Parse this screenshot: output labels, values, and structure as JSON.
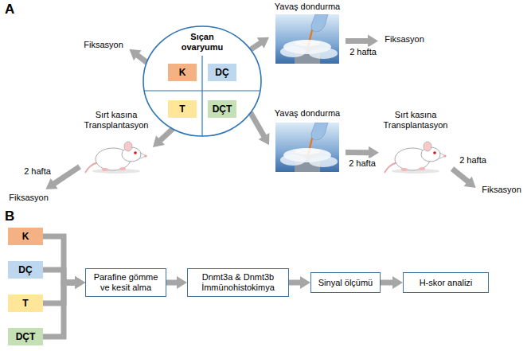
{
  "diagram": {
    "nodes": [
      {
        "text": [
          "Sıçan ovaryumu"
        ]
      },
      {
        "text": [
          "K"
        ],
        "in": 0
      },
      {
        "text": [
          "DÇ"
        ],
        "in": 0
      },
      {
        "text": [
          "T"
        ],
        "in": 0
      },
      {
        "text": [
          "DÇT"
        ],
        "in": 0
      },
      {
        "text": [
          "Fiksasyon"
        ]
      },
      {
        "text": [
          "Yavaş dondurma"
        ]
      },
      {
        "text": [
          "Fiksasyon"
        ]
      },
      {
        "text": [
          "Sırt kasına Transplantasyon"
        ]
      },
      {
        "text": [
          "Fiksasyon"
        ]
      },
      {
        "text": [
          "Yavaş dondurma"
        ]
      },
      {
        "text": [
          "Sırt kasına Transplantasyon"
        ]
      },
      {
        "text": [
          "Fiksasyon"
        ]
      },
      {
        "text": [
          "K"
        ]
      },
      {
        "text": [
          "DÇ"
        ]
      },
      {
        "text": [
          "T"
        ]
      },
      {
        "text": [
          "DÇT"
        ]
      },
      {
        "text": [
          "Parafine gömme ve kesit alma"
        ]
      },
      {
        "text": [
          "Dnmt3a & Dnmt3b İmmünohistokimya"
        ]
      },
      {
        "text": [
          "Sinyal ölçümü"
        ]
      },
      {
        "text": [
          "H-skor analizi"
        ]
      }
    ],
    "edges": [
      {
        "from": 0,
        "to": 5,
        "arrow": "to"
      },
      {
        "from": 0,
        "to": 6,
        "arrow": "to"
      },
      {
        "from": 6,
        "to": 7,
        "label": "2 hafta",
        "arrow": "to"
      },
      {
        "from": 0,
        "to": 8,
        "arrow": "to"
      },
      {
        "from": 8,
        "to": 9,
        "label": "2 hafta",
        "arrow": "to"
      },
      {
        "from": 0,
        "to": 10,
        "arrow": "to"
      },
      {
        "from": 10,
        "to": 11,
        "label": "2 hafta",
        "arrow": "to"
      },
      {
        "from": 11,
        "to": 12,
        "label": "2 hafta",
        "arrow": "to"
      },
      {
        "from": 13,
        "to": 17,
        "arrow": "to"
      },
      {
        "from": 14,
        "to": 17,
        "arrow": "to"
      },
      {
        "from": 15,
        "to": 17,
        "arrow": "to"
      },
      {
        "from": 16,
        "to": 17,
        "arrow": "to"
      },
      {
        "from": 17,
        "to": 18,
        "arrow": "to"
      },
      {
        "from": 18,
        "to": 19,
        "arrow": "to"
      },
      {
        "from": 19,
        "to": 20,
        "arrow": "to"
      }
    ],
    "labels": [
      "A",
      "B"
    ]
  }
}
